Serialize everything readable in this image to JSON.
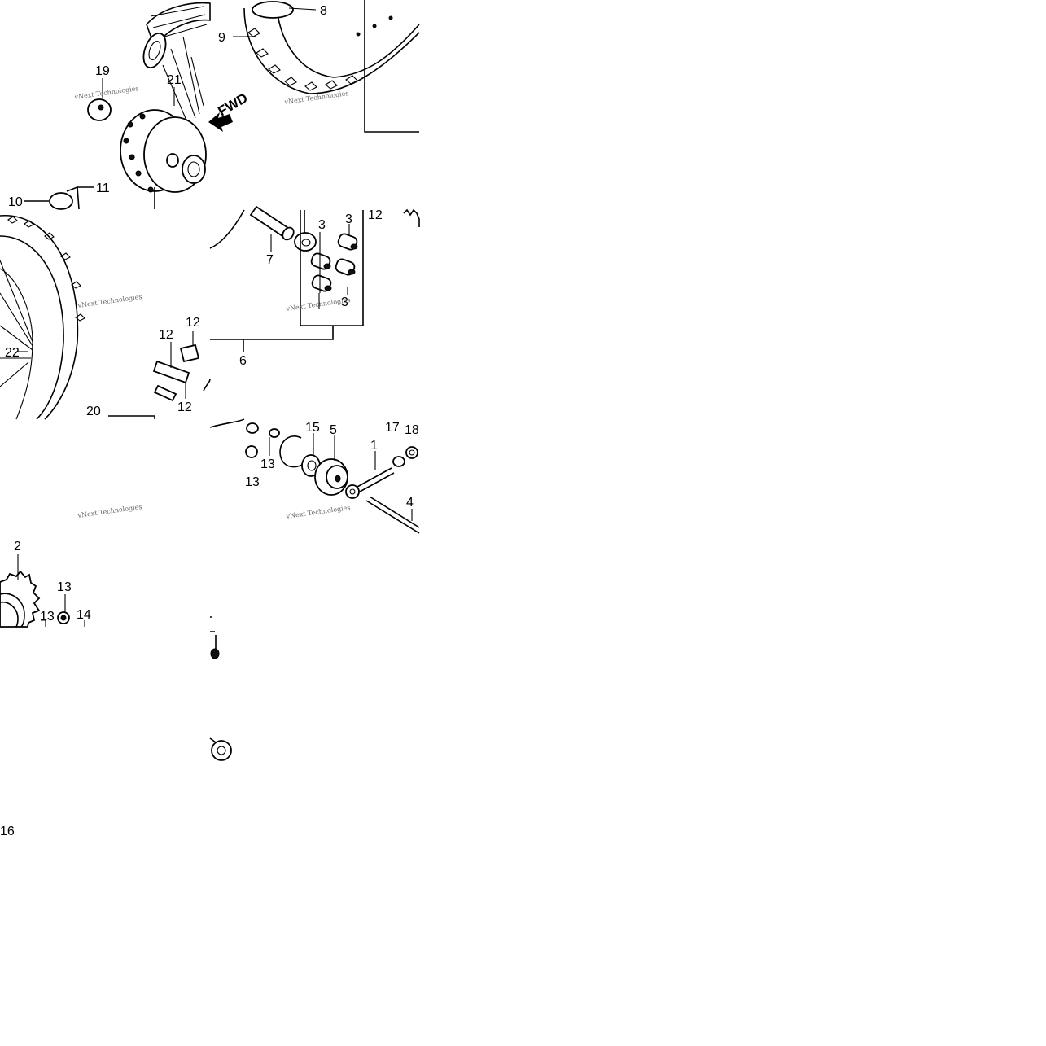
{
  "diagram": {
    "callouts": [
      "19",
      "21",
      "10",
      "11",
      "22",
      "20",
      "12",
      "12",
      "12",
      "8",
      "9",
      "7",
      "3",
      "3",
      "3",
      "12",
      "6",
      "15",
      "5",
      "17",
      "18",
      "1",
      "13",
      "13",
      "4",
      "2",
      "13",
      "13",
      "14",
      "16"
    ],
    "fwd_label": "FWD",
    "watermark": "vNext Technologies"
  }
}
